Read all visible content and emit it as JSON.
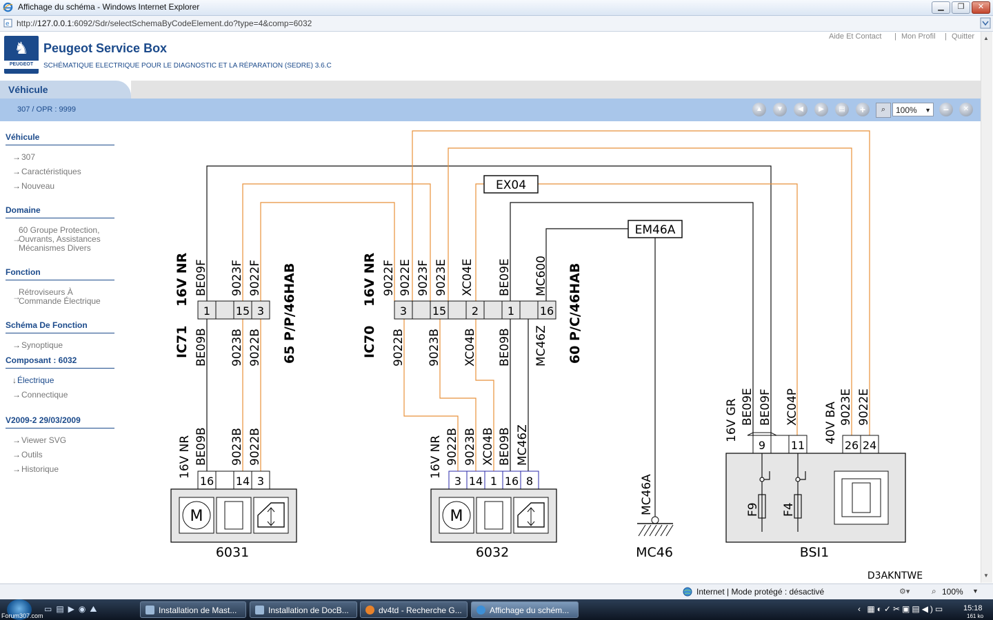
{
  "window": {
    "title": "Affichage du schéma - Windows Internet Explorer",
    "minimize": "▁",
    "maximize": "❐",
    "close": "✕"
  },
  "address": {
    "url_prefix": "http://",
    "url_host": "127.0.0.1",
    "url_rest": ":6092/Sdr/selectSchemaByCodeElement.do?type=4&comp=6032"
  },
  "header": {
    "logo_brand": "PEUGEOT",
    "title": "Peugeot Service Box",
    "subtitle": "SCHÉMATIQUE ELECTRIQUE POUR LE DIAGNOSTIC ET LA RÉPARATION (SEDRE) 3.6.C",
    "links": [
      "Aide Et Contact",
      "Mon Profil",
      "Quitter"
    ],
    "sep": "|"
  },
  "vehicle_bar": {
    "tab_label": "Véhicule",
    "info": "307  /  OPR : 9999",
    "zoom_value": "100%"
  },
  "sidebar": {
    "sections": [
      {
        "title": "Véhicule",
        "items": [
          "307",
          "Caractéristiques",
          "Nouveau"
        ]
      },
      {
        "title": "Domaine",
        "items": [
          "60 Groupe Protection, Ouvrants, Assistances Mécanismes Divers"
        ]
      },
      {
        "title": "Fonction",
        "items": [
          "Rétroviseurs À Commande Électrique"
        ]
      },
      {
        "title": "Schéma De Fonction",
        "items": [
          "Synoptique"
        ]
      },
      {
        "title": "Composant : 6032",
        "items": [
          "Électrique",
          "Connectique"
        ]
      },
      {
        "title": "V2009-2 29/03/2009",
        "items": [
          "Viewer SVG",
          "Outils",
          "Historique"
        ]
      }
    ],
    "arrow": "→",
    "arrow_down": "↓"
  },
  "diagram": {
    "boxes": {
      "ex04": "EX04",
      "em46a": "EM46A"
    },
    "left_block": {
      "connector_id": "IC71",
      "connector_desc": "16V NR",
      "connector_right": "65 P/P/46HAB",
      "top_wires": [
        "BE09F",
        "9023F",
        "9022F"
      ],
      "pins": [
        "1",
        "15",
        "3"
      ],
      "bottom_wires": [
        "BE09B",
        "9023B",
        "9022B"
      ],
      "device_conn": "16V NR",
      "device_wires": [
        "BE09B",
        "9023B",
        "9022B"
      ],
      "device_pins": [
        "16",
        "14",
        "3"
      ],
      "label": "6031"
    },
    "mid_block": {
      "connector_id": "IC70",
      "connector_desc": "16V NR",
      "connector_right": "60 P/C/46HAB",
      "top_wires": [
        "9022F",
        "9022E",
        "9023F",
        "9023E",
        "XC04E",
        "BE09E",
        "MC600"
      ],
      "pins": [
        "3",
        "15",
        "2",
        "1",
        "16"
      ],
      "bottom_wires": [
        "9022B",
        "9023B",
        "XC04B",
        "BE09B",
        "MC46Z"
      ],
      "device_conn": "16V NR",
      "device_wires": [
        "9022B",
        "9023B",
        "XC04B",
        "BE09B",
        "MC46Z"
      ],
      "device_pins": [
        "3",
        "14",
        "1",
        "16",
        "8"
      ],
      "label": "6032"
    },
    "ground": {
      "wire": "MC46A",
      "label": "MC46"
    },
    "bsi": {
      "conn1": "16V GR",
      "conn1_wires": [
        "BE09E",
        "BE09F"
      ],
      "conn2_wire": "XC04P",
      "pins1": [
        "9",
        "11"
      ],
      "conn3": "40V BA",
      "conn3_wires": [
        "9023E",
        "9022E"
      ],
      "pins3": [
        "26",
        "24"
      ],
      "fuses": [
        "F9",
        "F4"
      ],
      "label": "BSI1"
    },
    "motor_symbol": "M",
    "reference": "D3AKNTWE"
  },
  "status": {
    "zone": "Internet | Mode protégé : désactivé",
    "zoom": "100%"
  },
  "taskbar": {
    "items": [
      "Installation de Mast...",
      "Installation de DocB...",
      "dv4td - Recherche G...",
      "Affichage du schém..."
    ],
    "clock": "15:18",
    "tray_extra": "161 ko",
    "watermark": "Forum307.com"
  },
  "colors": {
    "brand_blue": "#1b4a8b",
    "wire_orange": "#e8913a",
    "wire_black": "#111111",
    "connector_blue": "#2a2aa8"
  }
}
